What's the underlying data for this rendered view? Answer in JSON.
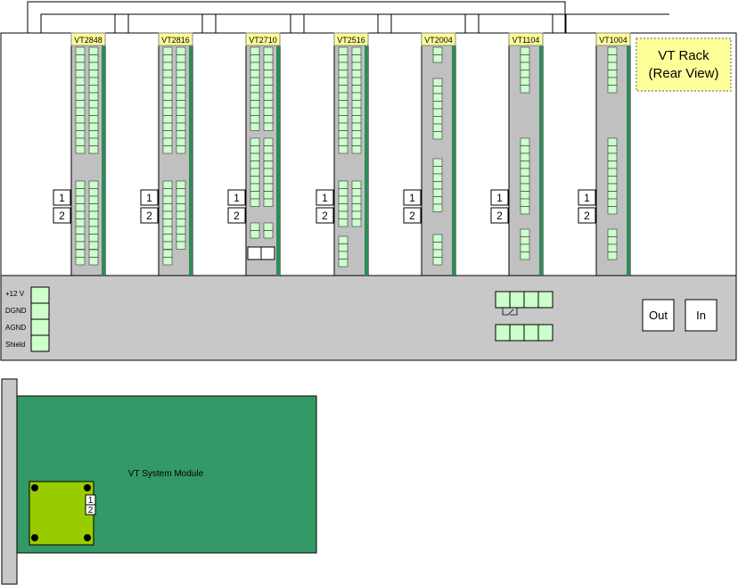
{
  "rack": {
    "title_line1": "VT Rack",
    "title_line2": "(Rear View)",
    "modules": [
      {
        "name": "VT2848",
        "has_ports": true
      },
      {
        "name": "VT2816",
        "has_ports": true
      },
      {
        "name": "VT2710",
        "has_ports": true
      },
      {
        "name": "VT2516",
        "has_ports": true
      },
      {
        "name": "VT2004",
        "has_ports": true
      },
      {
        "name": "VT1104",
        "has_ports": true
      },
      {
        "name": "VT1004",
        "has_ports": true
      }
    ],
    "port_labels": [
      "1",
      "2"
    ],
    "power_terminals": [
      "+12 V",
      "DGND",
      "AGND",
      "Shield"
    ],
    "sync_buttons": {
      "out": "Out",
      "in": "In"
    }
  },
  "system_module": {
    "label": "VT System Module",
    "port_labels": [
      "1",
      "2"
    ]
  },
  "colors": {
    "panel_gray": "#c8c8c8",
    "module_body": "#c0c0c0",
    "module_stripe": "#2e8b57",
    "label_yellow": "#ffff99",
    "terminal_green": "#ccffcc",
    "board_green": "#339966",
    "daughter_green": "#99cc00"
  }
}
